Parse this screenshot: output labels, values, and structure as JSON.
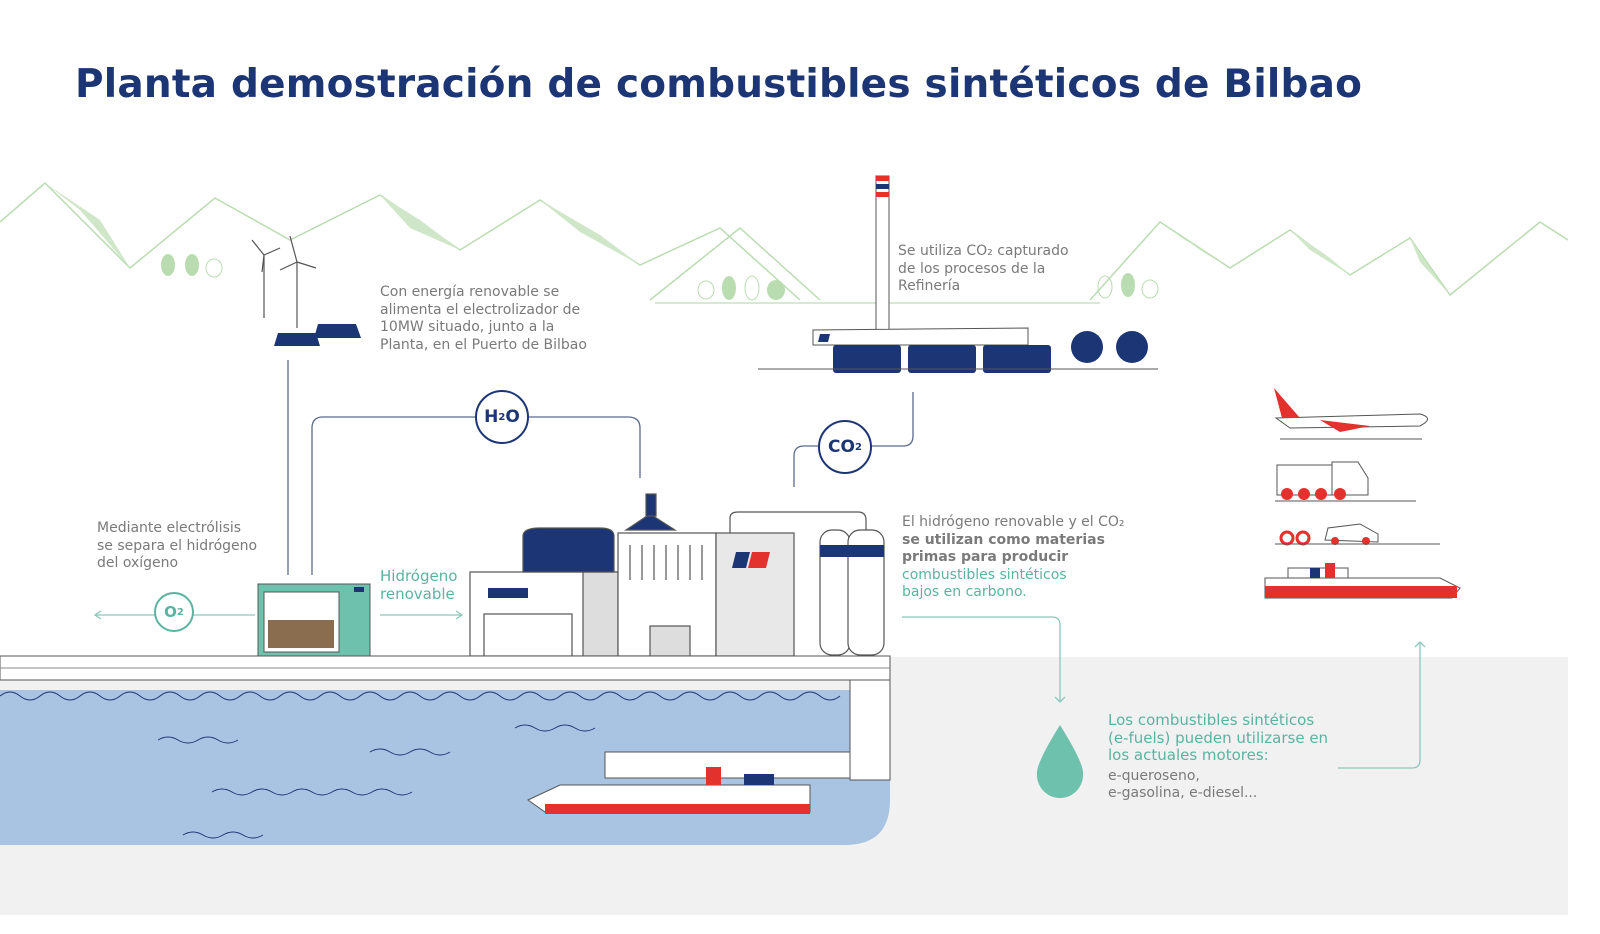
{
  "title": "Planta demostración de combustibles sintéticos de Bilbao",
  "notes": {
    "renewable": [
      "Con energía renovable se",
      "alimenta el electrolizador de",
      "10MW situado, junto a la",
      "Planta, en el Puerto de Bilbao"
    ],
    "co2_captured": [
      "Se utiliza CO₂ capturado",
      "de los procesos de la",
      "Refinería"
    ],
    "electrolysis": [
      "Mediante electrólisis",
      "se separa el hidrógeno",
      "del oxígeno"
    ],
    "hydrogen": [
      "Hidrógeno",
      "renovable"
    ],
    "raw_materials": {
      "line1": "El hidrógeno renovable y el CO₂",
      "bold": [
        "se utilizan como materias",
        "primas para producir"
      ],
      "teal": [
        "combustibles sintéticos",
        "bajos en carbono."
      ]
    },
    "efuels": {
      "teal": [
        "Los combustibles sintéticos",
        "(e-fuels) pueden utilizarse en",
        "los actuales motores:"
      ],
      "gray": [
        "e-queroseno,",
        "e-gasolina, e-diesel..."
      ]
    }
  },
  "molecules": {
    "h2o": {
      "a": "H",
      "sub": "2",
      "b": "O"
    },
    "co2": {
      "a": "CO",
      "sub": "2"
    },
    "o2": {
      "a": "O",
      "sub": "2"
    }
  },
  "colors": {
    "navy": "#1c3575",
    "teal": "#5ab3a0",
    "red": "#e3312d",
    "water": "#a9c4e3",
    "mountain": "#b9dcb0",
    "gray_bg": "#f1f1f1"
  }
}
